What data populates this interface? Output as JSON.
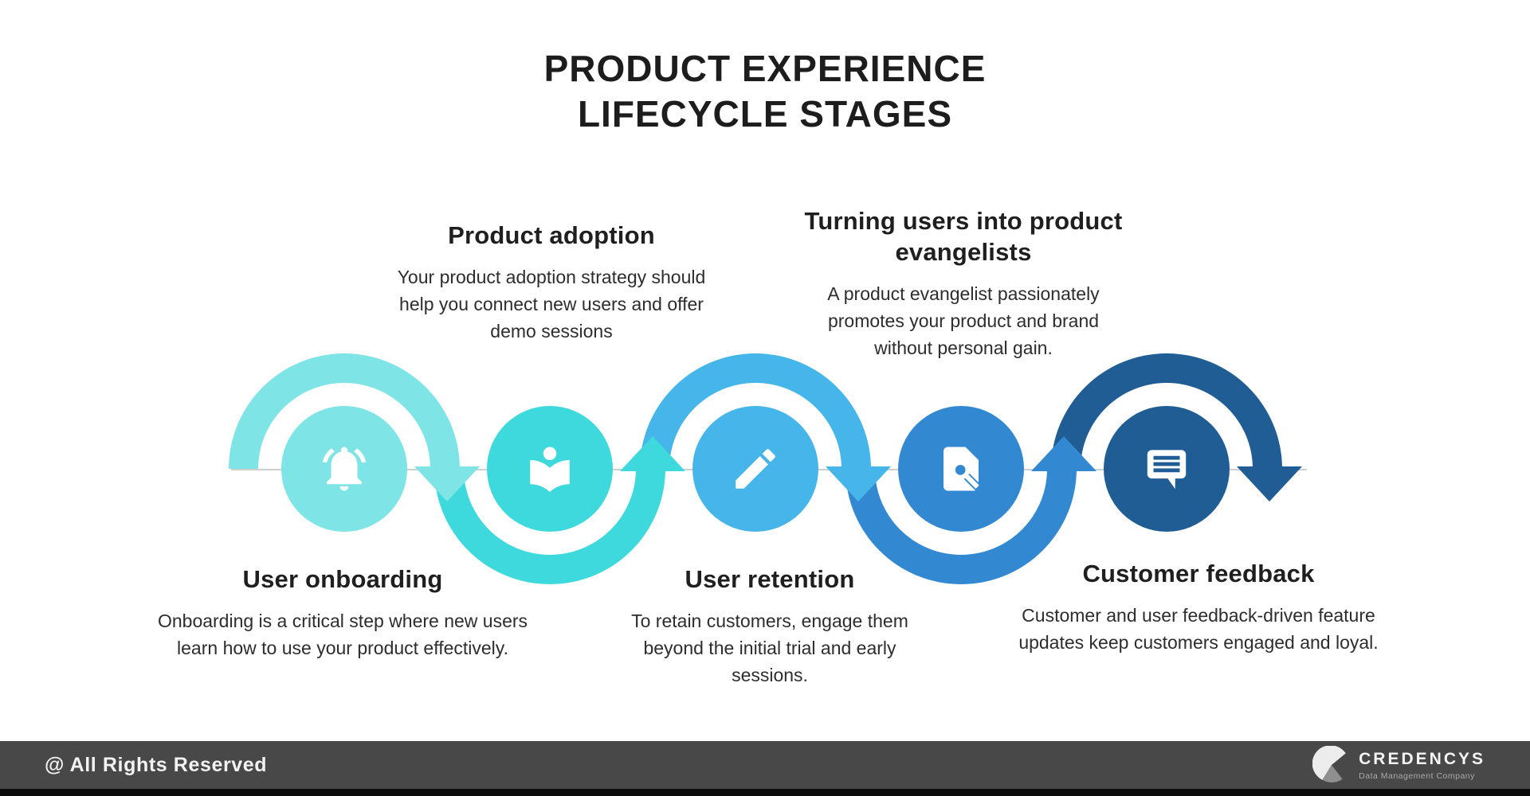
{
  "title": {
    "line1": "PRODUCT EXPERIENCE",
    "line2": "LIFECYCLE STAGES"
  },
  "stages": [
    {
      "name": "User onboarding",
      "description": "Onboarding is a critical step where new users learn how to use your product effectively.",
      "icon": "bell-icon",
      "color": "#7EE4E6",
      "label_position": "below"
    },
    {
      "name": "Product adoption",
      "description": "Your product adoption strategy should help you connect new users and offer demo sessions",
      "icon": "open-book-reader-icon",
      "color": "#3DD9DD",
      "label_position": "above"
    },
    {
      "name": "User retention",
      "description": "To retain customers, engage them beyond the initial trial and early sessions.",
      "icon": "pencil-icon",
      "color": "#45B5EA",
      "label_position": "below"
    },
    {
      "name": "Turning users into product evangelists",
      "description": "A product evangelist passionately promotes your product and brand without personal gain.",
      "icon": "document-search-icon",
      "color": "#3389D1",
      "label_position": "above"
    },
    {
      "name": "Customer feedback",
      "description": "Customer and user feedback-driven feature updates keep customers engaged and loyal.",
      "icon": "chat-feedback-icon",
      "color": "#1F5D94",
      "label_position": "below"
    }
  ],
  "footer": {
    "copyright": "@ All Rights Reserved",
    "brand": {
      "name": "CREDENCYS",
      "tagline": "Data Management Company"
    }
  }
}
